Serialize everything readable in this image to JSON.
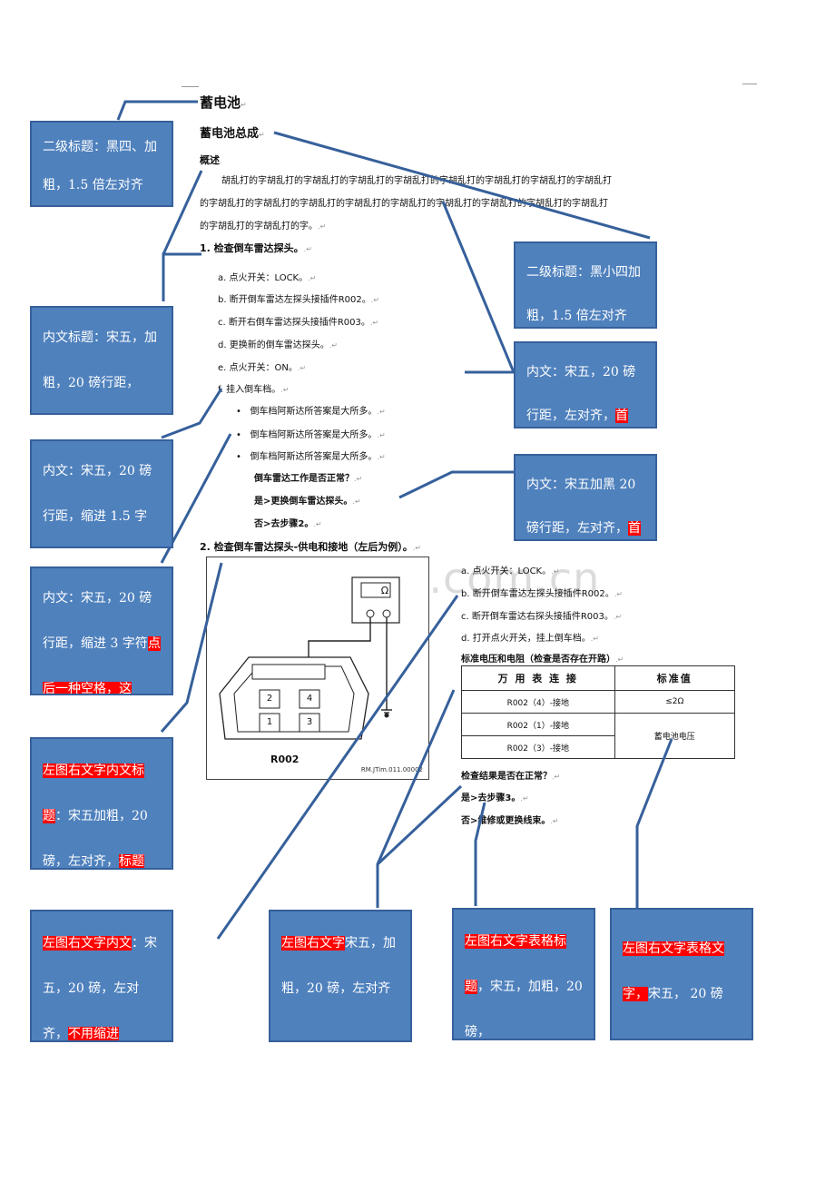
{
  "document": {
    "title": "蓄电池",
    "subtitle": "蓄电池总成",
    "overview_heading": "概述",
    "overview_lines": [
      "胡乱打的字胡乱打的字胡乱打的字胡乱打的字胡乱打的字胡乱打的字胡乱打的字胡乱打的字胡乱打",
      "的字胡乱打的字胡乱打的字胡乱打的字胡乱打的字胡乱打的字胡乱打的字胡乱打的字胡乱打的字胡乱打",
      "的字胡乱打的字胡乱打的字。"
    ],
    "section1": {
      "heading": "1. 检查倒车雷达探头。",
      "steps": [
        "a. 点火开关：LOCK。",
        "b. 断开倒车雷达左探头接插件R002。",
        "c. 断开右倒车雷达探头接插件R003。",
        "d. 更换新的倒车雷达探头。",
        "e. 点火开关：ON。",
        "f. 挂入倒车档。"
      ],
      "bullets": [
        "倒车档阿斯达所答案是大所多。",
        "倒车档阿斯达所答案是大所多。",
        "倒车档阿斯达所答案是大所多。"
      ],
      "question": "倒车雷达工作是否正常？",
      "yes": "是>更换倒车雷达探头。",
      "no": "否>去步骤2。"
    },
    "section2": {
      "heading": "2. 检查倒车雷达探头-供电和接地（左后为例）。",
      "steps": [
        "a. 点火开关：LOCK。",
        "b. 断开倒车雷达左探头接插件R002。",
        "c. 断开倒车雷达右探头接插件R003。",
        "d. 打开点火开关，挂上倒车档。"
      ],
      "table_title": "标准电压和电阻（检查是否存在开路）",
      "table_headers": [
        "万 用 表 连 接",
        "标准值"
      ],
      "table_rows": [
        [
          "R002（4）-接地",
          "≤2Ω"
        ],
        [
          "R002（1）-接地",
          "蓄电池电压"
        ],
        [
          "R002（3）-接地",
          ""
        ]
      ],
      "question": "检查结果是否在正常？",
      "yes": "是>去步骤3。",
      "no": "否>维修或更换线束。"
    },
    "figure": {
      "meter_symbol": "Ω",
      "pins": [
        "2",
        "4",
        "1",
        "3"
      ],
      "connector": "R002",
      "caption": "RM.JTim.011.00002"
    },
    "watermark": "www.zixin.com.cn"
  },
  "callouts": {
    "c1": {
      "text": "二级标题：黑四、加粗，1.5 倍左对齐"
    },
    "c2": {
      "text": "二级标题：黑小四加粗，1.5 倍左对齐"
    },
    "c3": {
      "text": "内文标题：宋五，加粗，20 磅行距，"
    },
    "c4": {
      "text_a": "内文：宋五，20 磅行距，左对齐，",
      "text_hl": "首"
    },
    "c5": {
      "text": "内文：宋五，20 磅行距，缩进 1.5 字"
    },
    "c6": {
      "text_a": "内文：宋五加黑 20 磅行距，左对齐，",
      "text_hl": "首"
    },
    "c7": {
      "text_a": "内文：宋五，20 磅行距，缩进 3 字符",
      "text_hl": "点后一种空格，这"
    },
    "c8": {
      "text_hl1": "左图右文字内文标题",
      "text_a": "：宋五加粗，20磅，左对齐，",
      "text_hl2": "标题"
    },
    "c9": {
      "text_hl1": "左图右文字内文",
      "text_a": "：宋五，20 磅，左对齐，",
      "text_hl2": "不用缩进"
    },
    "c10": {
      "text_hl": "左图右文字",
      "text_a": "宋五，加粗，20 磅，左对齐"
    },
    "c11": {
      "text_hl": "左图右文字表格标题",
      "text_a": "，宋五，加粗，20磅，"
    },
    "c12": {
      "text_hl": "左图右文字表格文字，",
      "text_a": "宋五，  20 磅"
    }
  }
}
